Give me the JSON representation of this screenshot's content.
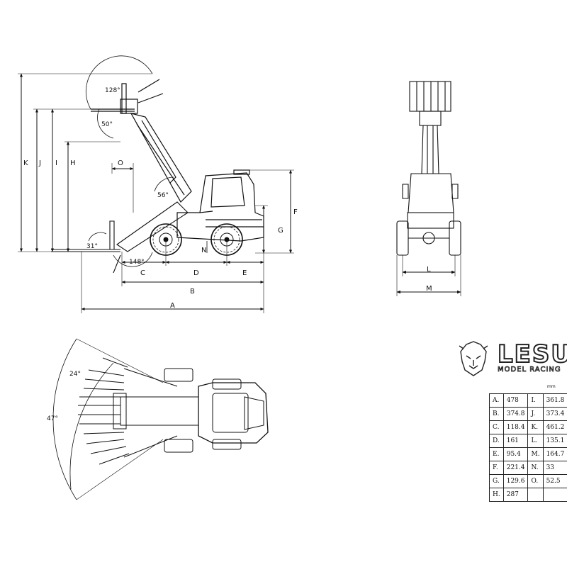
{
  "brand": {
    "name": "LESU",
    "tagline": "MODEL RACING"
  },
  "unit_label": "mm",
  "side_view_labels": [
    "K",
    "J",
    "I",
    "H",
    "O",
    "N",
    "F",
    "G",
    "C",
    "D",
    "E",
    "B",
    "A"
  ],
  "side_view_angles": [
    "128°",
    "50°",
    "56°",
    "31°",
    "148°"
  ],
  "front_view_labels": [
    "L",
    "M"
  ],
  "top_view_angles": [
    "24°",
    "47°"
  ],
  "dimensions": [
    {
      "left_key": "A.",
      "left_value": "478",
      "right_key": "I.",
      "right_value": "361.8"
    },
    {
      "left_key": "B.",
      "left_value": "374.8",
      "right_key": "J.",
      "right_value": "373.4"
    },
    {
      "left_key": "C.",
      "left_value": "118.4",
      "right_key": "K.",
      "right_value": "461.2"
    },
    {
      "left_key": "D.",
      "left_value": "161",
      "right_key": "L.",
      "right_value": "135.1"
    },
    {
      "left_key": "E.",
      "left_value": "95.4",
      "right_key": "M.",
      "right_value": "164.7"
    },
    {
      "left_key": "F.",
      "left_value": "221.4",
      "right_key": "N.",
      "right_value": "33"
    },
    {
      "left_key": "G.",
      "left_value": "129.6",
      "right_key": "O.",
      "right_value": "52.5"
    },
    {
      "left_key": "H.",
      "left_value": "287",
      "right_key": "",
      "right_value": ""
    }
  ]
}
